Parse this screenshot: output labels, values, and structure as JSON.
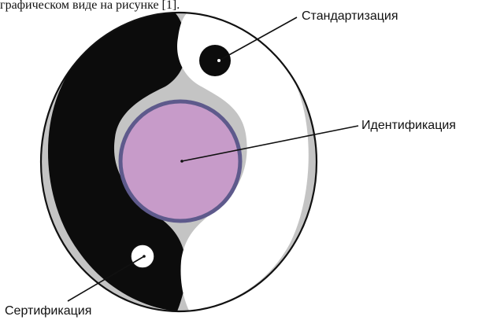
{
  "top_text": "графическом виде на рисунке [1].",
  "labels": {
    "standardization": "Стандартизация",
    "identification": "Идентификация",
    "certification": "Сертификация"
  },
  "colors": {
    "background": "#ffffff",
    "circle_fill": "#c4c4c4",
    "black_region": "#0c0c0c",
    "white_region": "#ffffff",
    "center_circle": "#c79bc9",
    "center_ring": "#5e5a8c",
    "stroke": "#111111"
  }
}
